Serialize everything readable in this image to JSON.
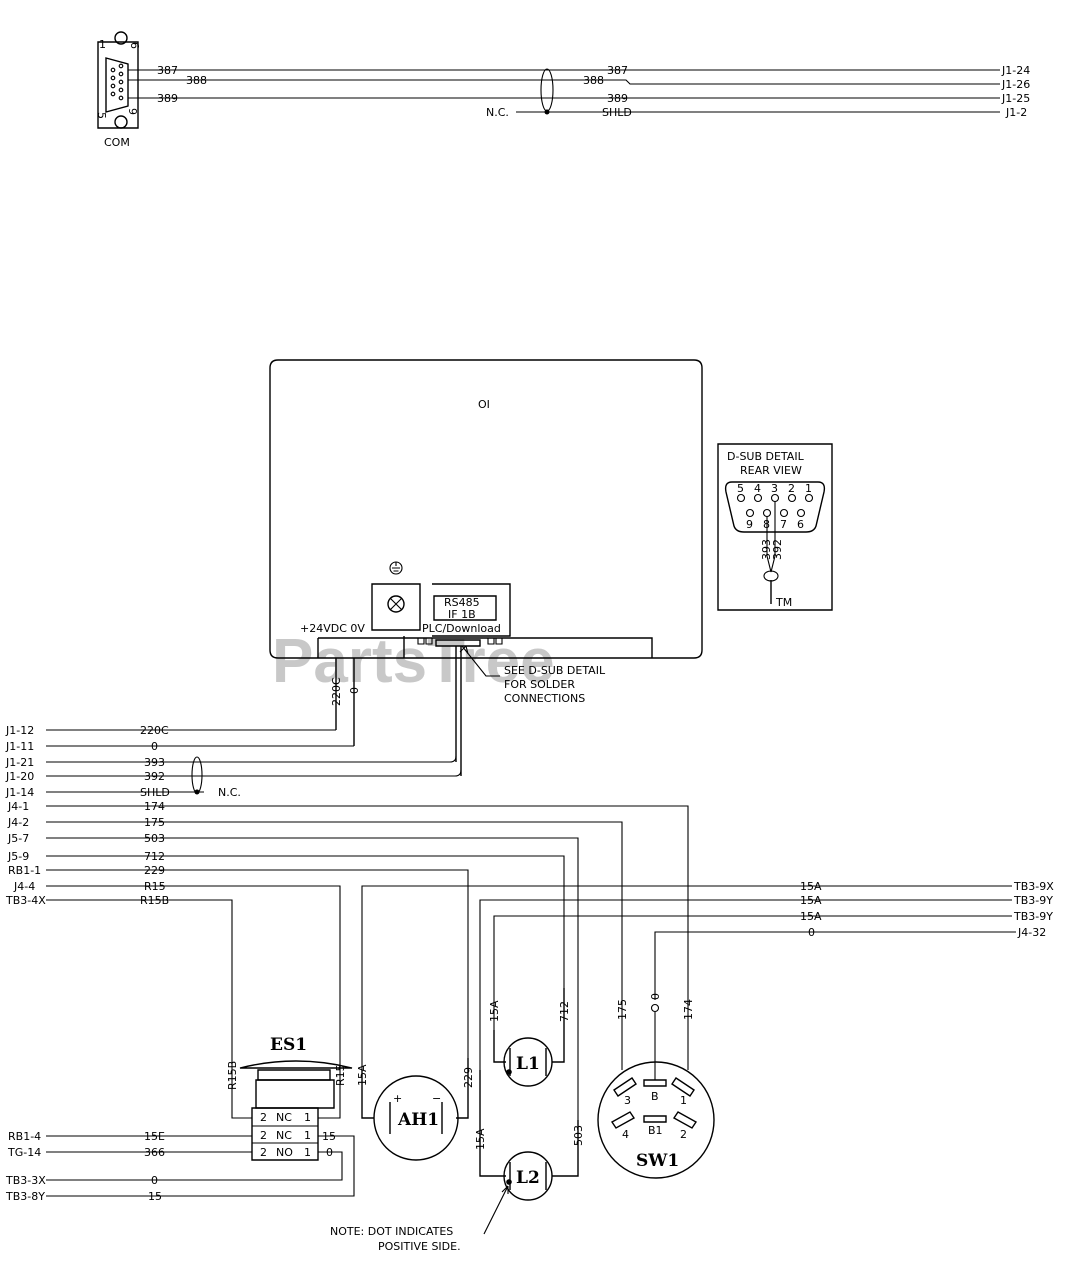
{
  "watermark": {
    "text": "PartsTree",
    "tm": "TM"
  },
  "com_connector": {
    "label": "COM",
    "pin_top": "1",
    "pin_top_right": "6",
    "pin_bottom_left": "5",
    "pin_bottom_right": "9",
    "wires": [
      {
        "left": "387",
        "mid": "387",
        "dest": "J1-24"
      },
      {
        "left": "388",
        "mid": "388",
        "dest": "J1-26"
      },
      {
        "left": "389",
        "mid": "389",
        "dest": "J1-25"
      }
    ],
    "shield": {
      "left": "N.C.",
      "mid": "SHLD",
      "dest": "J1-2"
    }
  },
  "oi_panel": {
    "title": "OI",
    "power_label": "+24VDC  0V",
    "rs485_label": "RS485",
    "if_label": "IF 1B",
    "plc_label": "PLC/Download",
    "note_lines": [
      "SEE D-SUB DETAIL",
      "FOR SOLDER",
      "CONNECTIONS"
    ],
    "vert_labels": [
      "220C",
      "0"
    ]
  },
  "dsub_detail": {
    "title1": "D-SUB DETAIL",
    "title2": "REAR VIEW",
    "top_pins": [
      "5",
      "4",
      "3",
      "2",
      "1"
    ],
    "bottom_pins": [
      "9",
      "8",
      "7",
      "6"
    ],
    "wire_labels": [
      "393",
      "392"
    ]
  },
  "left_wires": [
    {
      "src": "J1-12",
      "num": "220C"
    },
    {
      "src": "J1-11",
      "num": "0"
    },
    {
      "src": "J1-21",
      "num": "393"
    },
    {
      "src": "J1-20",
      "num": "392"
    },
    {
      "src": "J1-14",
      "num": "SHLD",
      "extra": "N.C."
    },
    {
      "src": "J4-1",
      "num": "174"
    },
    {
      "src": "J4-2",
      "num": "175"
    },
    {
      "src": "J5-7",
      "num": "503"
    },
    {
      "src": "J5-9",
      "num": "712"
    },
    {
      "src": "RB1-1",
      "num": "229"
    },
    {
      "src": "J4-4",
      "num": "R15"
    },
    {
      "src": "TB3-4X",
      "num": "R15B"
    }
  ],
  "right_wires": [
    {
      "num": "15A",
      "dest": "TB3-9X"
    },
    {
      "num": "15A",
      "dest": "TB3-9Y"
    },
    {
      "num": "15A",
      "dest": "TB3-9Y"
    },
    {
      "num": "0",
      "dest": "J4-32"
    }
  ],
  "vertical_labels": {
    "r15b": "R15B",
    "r15": "R15",
    "15a_ah": "15A",
    "229": "229",
    "15a_l1": "15A",
    "712": "712",
    "15a_l2": "15A",
    "503": "503",
    "175": "175",
    "0": "0",
    "174": "174"
  },
  "es1": {
    "name": "ES1",
    "contacts": [
      {
        "left": "2",
        "type": "NC",
        "right": "1"
      },
      {
        "left": "2",
        "type": "NC",
        "right": "1"
      },
      {
        "left": "2",
        "type": "NO",
        "right": "1"
      }
    ]
  },
  "bottom_wires": [
    {
      "src": "RB1-4",
      "num": "15E",
      "right": "15"
    },
    {
      "src": "TG-14",
      "num": "366",
      "right": "0"
    },
    {
      "src": "TB3-3X",
      "num": "0"
    },
    {
      "src": "TB3-8Y",
      "num": "15"
    }
  ],
  "components": {
    "ah1": "AH1",
    "ah1_plus": "+",
    "ah1_minus": "−",
    "l1": "L1",
    "l2": "L2",
    "sw1": "SW1",
    "sw1_pins": [
      "3",
      "B",
      "1",
      "4",
      "B1",
      "2"
    ]
  },
  "note": {
    "line1": "NOTE:  DOT INDICATES",
    "line2": "POSITIVE SIDE."
  }
}
